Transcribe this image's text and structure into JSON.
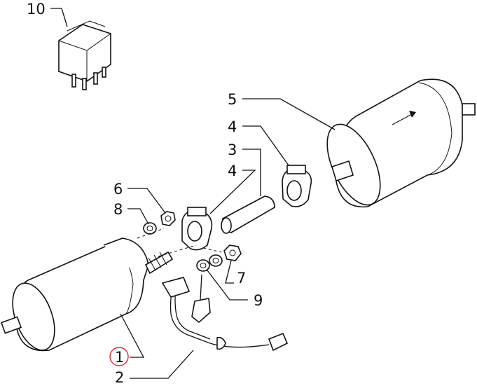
{
  "callouts": {
    "c1": "1",
    "c2": "2",
    "c3": "3",
    "c4a": "4",
    "c4b": "4",
    "c5": "5",
    "c6": "6",
    "c7": "7",
    "c8": "8",
    "c9": "9",
    "c10": "10"
  },
  "colors": {
    "highlight_circle": "#d0302b",
    "line": "#111111"
  }
}
